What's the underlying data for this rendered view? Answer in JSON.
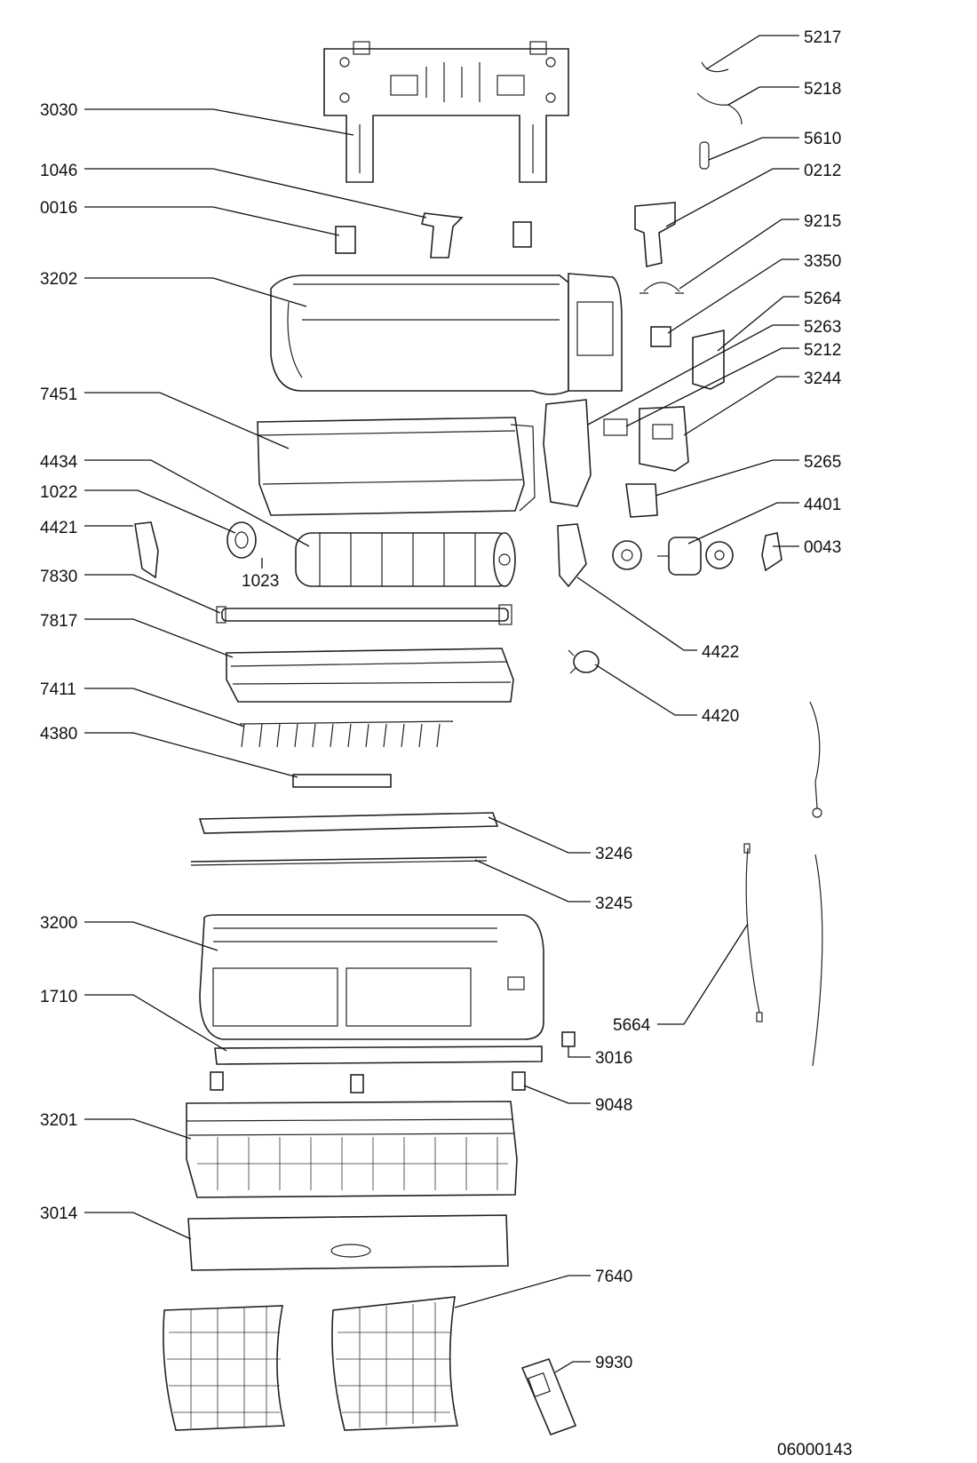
{
  "drawing_number": "06000143",
  "part_labels": [
    {
      "id": "5217"
    },
    {
      "id": "5218"
    },
    {
      "id": "5610"
    },
    {
      "id": "0212"
    },
    {
      "id": "9215"
    },
    {
      "id": "3350"
    },
    {
      "id": "5264"
    },
    {
      "id": "5263"
    },
    {
      "id": "5212"
    },
    {
      "id": "3244"
    },
    {
      "id": "5265"
    },
    {
      "id": "4401"
    },
    {
      "id": "0043"
    },
    {
      "id": "3030"
    },
    {
      "id": "1046"
    },
    {
      "id": "0016"
    },
    {
      "id": "3202"
    },
    {
      "id": "7451"
    },
    {
      "id": "4434"
    },
    {
      "id": "1022"
    },
    {
      "id": "4421"
    },
    {
      "id": "1023"
    },
    {
      "id": "7830"
    },
    {
      "id": "7817"
    },
    {
      "id": "7411"
    },
    {
      "id": "4380"
    },
    {
      "id": "4422"
    },
    {
      "id": "4420"
    },
    {
      "id": "3246"
    },
    {
      "id": "3245"
    },
    {
      "id": "3200"
    },
    {
      "id": "1710"
    },
    {
      "id": "5664"
    },
    {
      "id": "3016"
    },
    {
      "id": "9048"
    },
    {
      "id": "3201"
    },
    {
      "id": "3014"
    },
    {
      "id": "7640"
    },
    {
      "id": "9930"
    }
  ]
}
